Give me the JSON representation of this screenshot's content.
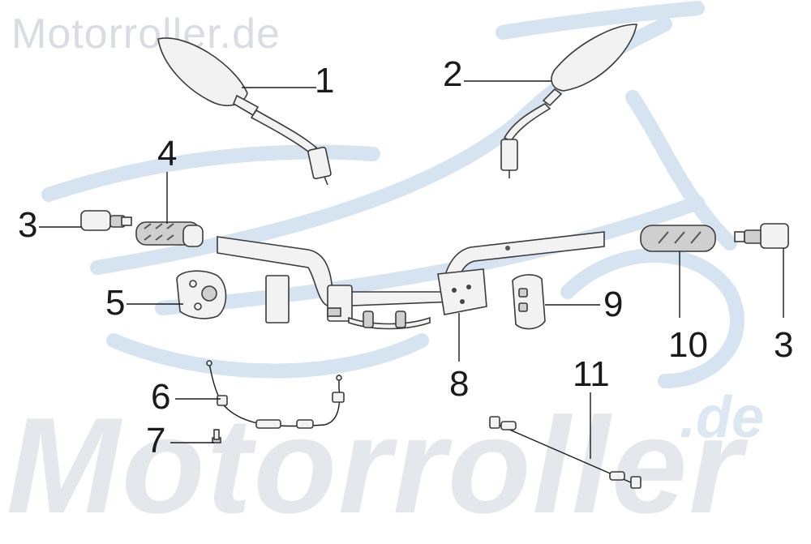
{
  "watermark": {
    "site_title": "Motorroller.de",
    "big_text": "Motorroller",
    "domain_suffix": ".de",
    "accent_color": "#c9d9ec"
  },
  "callouts": {
    "c1": "1",
    "c2": "2",
    "c3_left": "3",
    "c3_right": "3",
    "c4": "4",
    "c5": "5",
    "c6": "6",
    "c7": "7",
    "c8": "8",
    "c9": "9",
    "c10": "10",
    "c11": "11"
  }
}
